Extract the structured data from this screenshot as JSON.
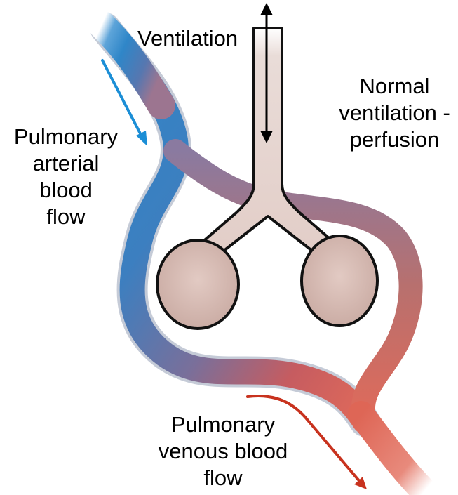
{
  "labels": {
    "ventilation": "Ventilation",
    "vq_status": [
      "Normal",
      "ventilation -",
      "perfusion"
    ],
    "arterial_flow": [
      "Pulmonary",
      "arterial",
      "blood",
      "flow"
    ],
    "venous_flow": [
      "Pulmonary",
      "venous blood",
      "flow"
    ]
  },
  "colors": {
    "arterial_blue": "#2f86c8",
    "venous_red": "#d9534a",
    "tissue_pink": "#dcc0b8",
    "airway_fill": "#e6d2cc",
    "outline": "#111111",
    "arterial_arrow": "#1b8ed6",
    "venous_arrow": "#c8321e",
    "ventilation_arrow": "#000000"
  }
}
